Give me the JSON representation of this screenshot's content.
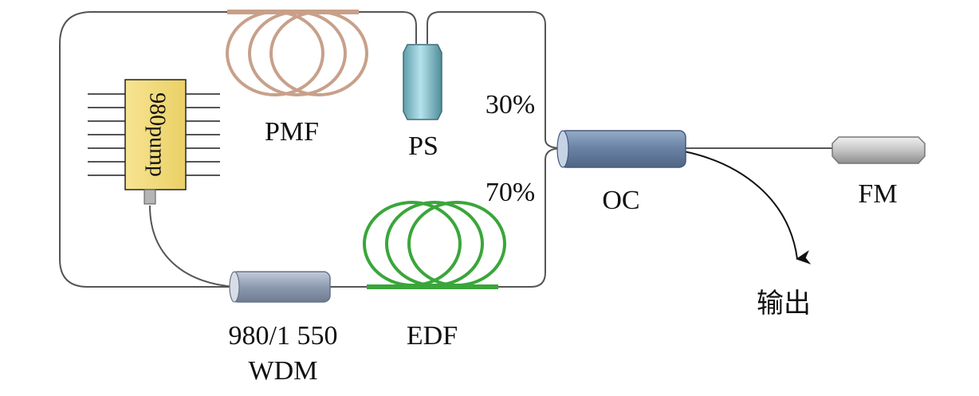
{
  "labels": {
    "pmf": "PMF",
    "ps": "PS",
    "pump": "980pump",
    "coupler_top": "30%",
    "coupler_bottom": "70%",
    "oc": "OC",
    "fm": "FM",
    "output": "输出",
    "wdm_line1": "980/1 550",
    "wdm_line2": "WDM",
    "edf": "EDF"
  },
  "colors": {
    "fiber": "#555555",
    "pmf_coil": "#c8a08a",
    "edf_coil": "#3aa63a",
    "ps_body": "#8fc7d3",
    "pump_body": "#f2d873",
    "oc_body": "#7f98b8",
    "wdm_body": "#9aa8bd",
    "fm_body": "#c9c9c9"
  }
}
